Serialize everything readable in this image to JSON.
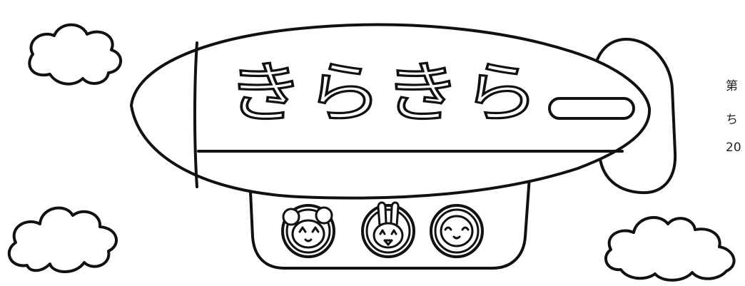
{
  "banner": {
    "title": "きらきら"
  },
  "side_text": {
    "line1": "第",
    "line2": "ち",
    "line3": "20"
  }
}
